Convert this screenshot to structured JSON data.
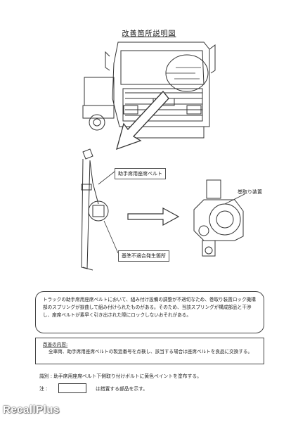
{
  "title": "改善箇所説明図",
  "labels": {
    "seatbelt": "助手席用座席ベルト",
    "retractor": "巻取り装置",
    "defect_location": "基準不適合発生箇所"
  },
  "problem_text": "トラックの助手席用座席ベルトにおいて、組み付け設備の調整が不適切なため、巻取り装置ロック機構部のスプリングが捩曲して組み付けられたものがある。そのため、当該スプリングが構成部品と干渉し、座席ベルトが素早く引き出された際にロックしないおそれがある。",
  "fix": {
    "heading": "改善の内容:",
    "body": "全車両、助手席用座席ベルトの製造番号を点検し、該当する場合は座席ベルトを良品に交換する。"
  },
  "identification": "識別 : 助手席用座席ベルト下側取り付けボルトに黄色ペイントを塗布する。",
  "note": {
    "label": "注 :",
    "text": "は措置する部品を示す。"
  },
  "watermark": "RecallPlus"
}
